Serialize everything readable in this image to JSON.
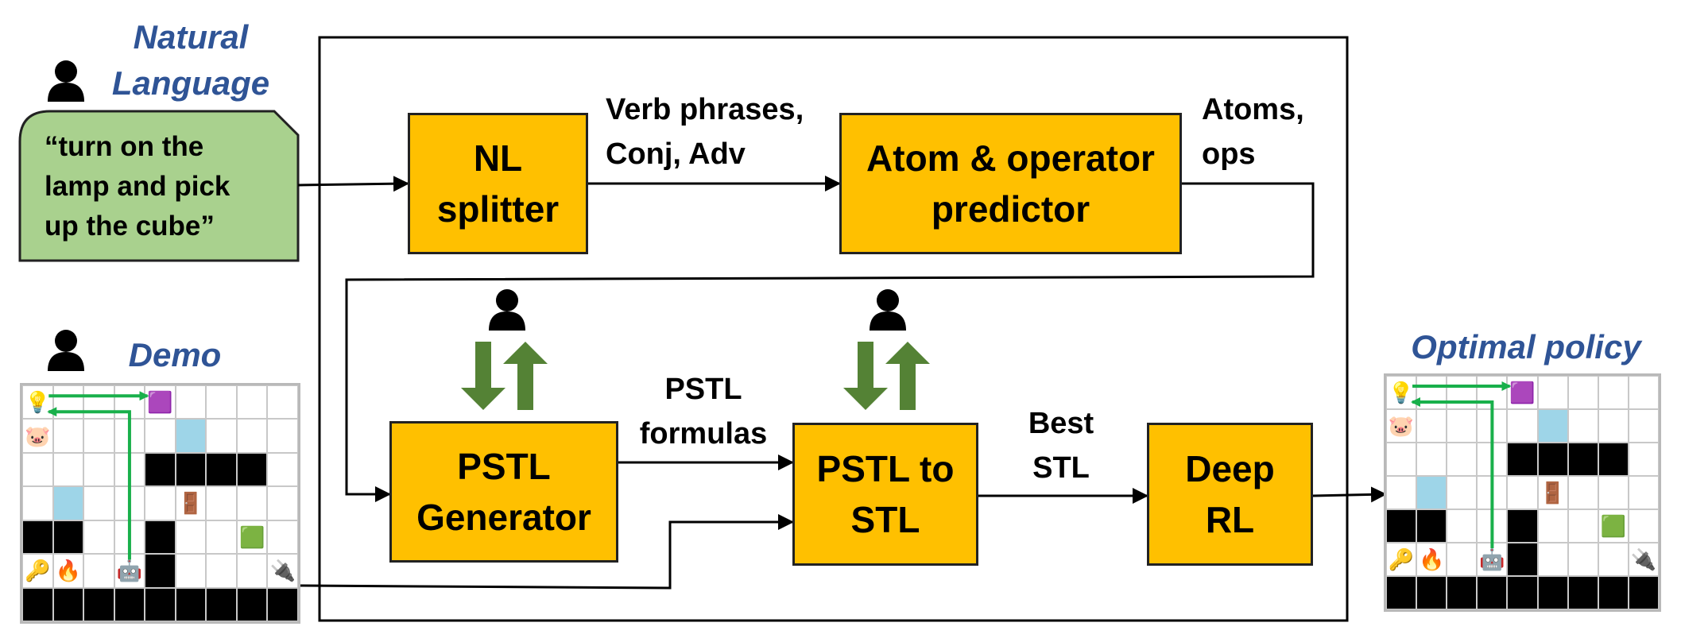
{
  "natural_language": {
    "label_line1": "Natural",
    "label_line2": "Language",
    "quote_lines": [
      "“turn on the",
      "lamp and pick",
      "up the cube”"
    ]
  },
  "demo": {
    "label": "Demo"
  },
  "optimal_policy": {
    "label": "Optimal policy"
  },
  "boxes": {
    "nl_splitter": {
      "line1": "NL",
      "line2": "splitter"
    },
    "atom_predictor": {
      "line1": "Atom & operator",
      "line2": "predictor"
    },
    "pstl_generator": {
      "line1": "PSTL",
      "line2": "Generator"
    },
    "pstl_to_stl": {
      "line1": "PSTL to",
      "line2": "STL"
    },
    "deep_rl": {
      "line1": "Deep",
      "line2": "RL"
    }
  },
  "edge_labels": {
    "verb_phrases": {
      "line1": "Verb phrases,",
      "line2": "Conj, Adv"
    },
    "atoms_ops": {
      "line1": "Atoms,",
      "line2": "ops"
    },
    "pstl_formulas": {
      "line1": "PSTL",
      "line2": "formulas"
    },
    "best_stl": {
      "line1": "Best",
      "line2": "STL"
    }
  },
  "colors": {
    "box_fill": "#FFC000",
    "speech_fill": "#A9D18E",
    "label_blue": "#2F5496",
    "feedback_arrow": "#548235",
    "path_green": "#19B04B",
    "wall": "#000000",
    "water": "#9ED5E8"
  },
  "icons": {
    "person": "person-icon",
    "lamp": "lamp-icon",
    "cube_purple": "purple-cube-icon",
    "pig": "pig-icon",
    "door": "door-icon",
    "cube_green": "green-cube-icon",
    "key": "key-icon",
    "fire": "fire-icon",
    "robot": "robot-icon",
    "plug": "plug-icon"
  }
}
